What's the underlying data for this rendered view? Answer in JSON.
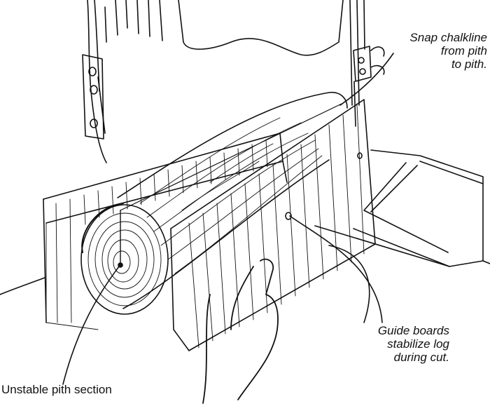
{
  "callouts": {
    "chalkline": {
      "line1": "Snap chalkline",
      "line2": "from pith",
      "line3": "to pith."
    },
    "guide_boards": {
      "line1": "Guide boards",
      "line2": "stabilize log",
      "line3": "during cut."
    },
    "pith": {
      "line1": "Unstable pith section"
    }
  },
  "colors": {
    "ink": "#111111",
    "paper": "#ffffff"
  }
}
